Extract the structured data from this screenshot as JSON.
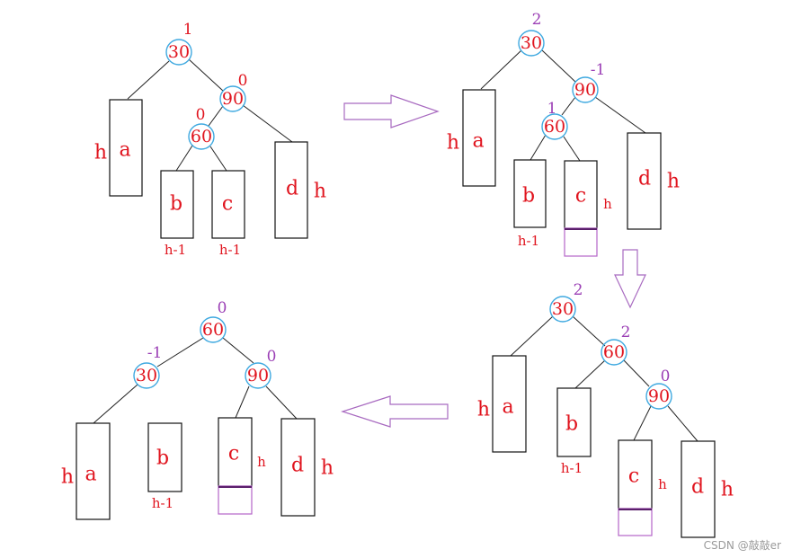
{
  "panels": {
    "p1": {
      "nodes": {
        "n30": "30",
        "n90": "90",
        "n60": "60"
      },
      "bf": {
        "n30": "1",
        "n90": "0",
        "n60": "0"
      },
      "subtrees": {
        "a": "a",
        "b": "b",
        "c": "c",
        "d": "d"
      },
      "heights": {
        "a": "h",
        "b": "h-1",
        "c": "h-1",
        "d": "h"
      }
    },
    "p2": {
      "nodes": {
        "n30": "30",
        "n90": "90",
        "n60": "60"
      },
      "bf": {
        "n30": "2",
        "n90": "-1",
        "n60": "1"
      },
      "subtrees": {
        "a": "a",
        "b": "b",
        "c": "c",
        "d": "d"
      },
      "heights": {
        "a": "h",
        "b": "h-1",
        "c": "h",
        "d": "h"
      }
    },
    "p3": {
      "nodes": {
        "n30": "30",
        "n60": "60",
        "n90": "90"
      },
      "bf": {
        "n30": "2",
        "n60": "2",
        "n90": "0"
      },
      "subtrees": {
        "a": "a",
        "b": "b",
        "c": "c",
        "d": "d"
      },
      "heights": {
        "a": "h",
        "b": "h-1",
        "c": "h",
        "d": "h"
      }
    },
    "p4": {
      "nodes": {
        "n60": "60",
        "n30": "30",
        "n90": "90"
      },
      "bf": {
        "n60": "0",
        "n30": "-1",
        "n90": "0"
      },
      "subtrees": {
        "a": "a",
        "b": "b",
        "c": "c",
        "d": "d"
      },
      "heights": {
        "a": "h",
        "b": "h-1",
        "c": "h",
        "d": "h"
      }
    }
  },
  "watermark": "CSDN @敲敲er",
  "colors": {
    "node_text": "#e0141e",
    "circle": "#3fa9e0",
    "purple": "#9b3fb5",
    "arrow": "#a86ac0"
  }
}
